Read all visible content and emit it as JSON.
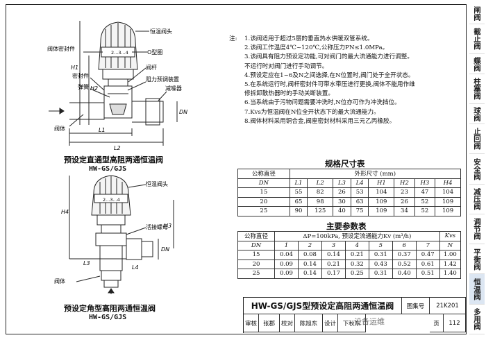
{
  "sidebar": {
    "items": [
      {
        "label": "闸阀",
        "active": false
      },
      {
        "label": "截止阀",
        "active": false
      },
      {
        "label": "蝶阀",
        "active": false
      },
      {
        "label": "柱塞阀",
        "active": false
      },
      {
        "label": "球阀",
        "active": false
      },
      {
        "label": "止回阀",
        "active": false
      },
      {
        "label": "安全阀",
        "active": false
      },
      {
        "label": "减压阀",
        "active": false
      },
      {
        "label": "调节阀",
        "active": false
      },
      {
        "label": "平衡阀",
        "active": false
      },
      {
        "label": "恒温阀",
        "active": true
      },
      {
        "label": "多用阀",
        "active": false
      }
    ]
  },
  "figure1": {
    "labels": {
      "head": "恒温阀头",
      "seal": "阀体密封件",
      "oring": "O型圈",
      "stem": "阀杆",
      "gasket": "密封件",
      "preset": "阻力预调装置",
      "spring": "弹簧",
      "noise": "减噪器",
      "body": "阀体",
      "scale": "2...3...4",
      "dims": {
        "h1": "H1",
        "h2": "H2",
        "l1": "L1",
        "l2": "L2",
        "dn": "DN"
      }
    },
    "caption": "预设定直通型高阻两通恒温阀",
    "subcaption": "HW-GS/GJS"
  },
  "figure2": {
    "labels": {
      "head": "恒温阀头",
      "nut": "活接螺母",
      "body": "阀体",
      "scale": "2...3...4",
      "dims": {
        "h3": "H3",
        "h4": "H4",
        "l3": "L3",
        "l4": "L4",
        "dn": "DN"
      }
    },
    "caption": "预设定角型高阻两通恒温阀",
    "subcaption": "HW-GS/GJS"
  },
  "notes": {
    "prefix": "注:",
    "lines": [
      "1.该阀适用于超过5层的垂直热水供暖双管系统。",
      "2.该阀工作温度4℃~120℃,公称压力PN≤1.0MPa。",
      "3.该阀具有阻力预设定功能,可对阀门的最大流通能力进行调整。",
      "  不运行时对阀门进行手动调节。",
      "4.预设定应在1~6及N之间选择,在N位置时,阀门处于全开状态。",
      "5.在系统运行时,阀杆密封件可带水带压进行更换,阀体不能用作维",
      "  修拆卸散热器时的手动关断装置。",
      "6.当系统由于污物问题需要冲洗时,N位亦可作为冲洗挡位。",
      "7.Kvs为恒温阀在N位全开状态下的最大流通能力。",
      "8.阀体材料采用铜合金,阀座密封材料采用三元乙丙橡胶。"
    ]
  },
  "dim_table": {
    "title": "规格尺寸表",
    "header_col": "公称直径",
    "group_header": "外形尺寸 (mm)",
    "sub_header_col": "DN",
    "columns": [
      "L1",
      "L2",
      "L3",
      "L4",
      "H1",
      "H2",
      "H3",
      "H4"
    ],
    "rows": [
      [
        "15",
        "55",
        "82",
        "26",
        "53",
        "104",
        "23",
        "47",
        "104"
      ],
      [
        "20",
        "65",
        "98",
        "30",
        "63",
        "109",
        "26",
        "52",
        "109"
      ],
      [
        "25",
        "90",
        "125",
        "40",
        "75",
        "109",
        "34",
        "52",
        "109"
      ]
    ]
  },
  "param_table": {
    "title": "主要参数表",
    "header_col": "公称直径",
    "group_header": "ΔP=100kPa, 预设定流通能力Kv (m³/h)",
    "kvs_header": "Kvs",
    "sub_header_col": "DN",
    "columns": [
      "1",
      "2",
      "3",
      "4",
      "5",
      "6",
      "7",
      "N"
    ],
    "rows": [
      [
        "15",
        "0.04",
        "0.08",
        "0.14",
        "0.21",
        "0.31",
        "0.37",
        "0.47",
        "1.00"
      ],
      [
        "20",
        "0.09",
        "0.14",
        "0.21",
        "0.32",
        "0.43",
        "0.52",
        "0.61",
        "1.42"
      ],
      [
        "25",
        "0.09",
        "0.14",
        "0.17",
        "0.25",
        "0.31",
        "0.40",
        "0.51",
        "1.40"
      ]
    ]
  },
  "title_block": {
    "title": "HW-GS/GJS型预设定高阻两通恒温阀",
    "atlas_label": "图集号",
    "atlas_no": "21K201",
    "review_label": "审核",
    "review_name": "张郡",
    "check_label": "校对",
    "check_name": "陈旭东",
    "design_label": "设计",
    "design_name": "下秋东",
    "page_label": "页",
    "page_no": "112"
  },
  "watermark": "设备运维"
}
